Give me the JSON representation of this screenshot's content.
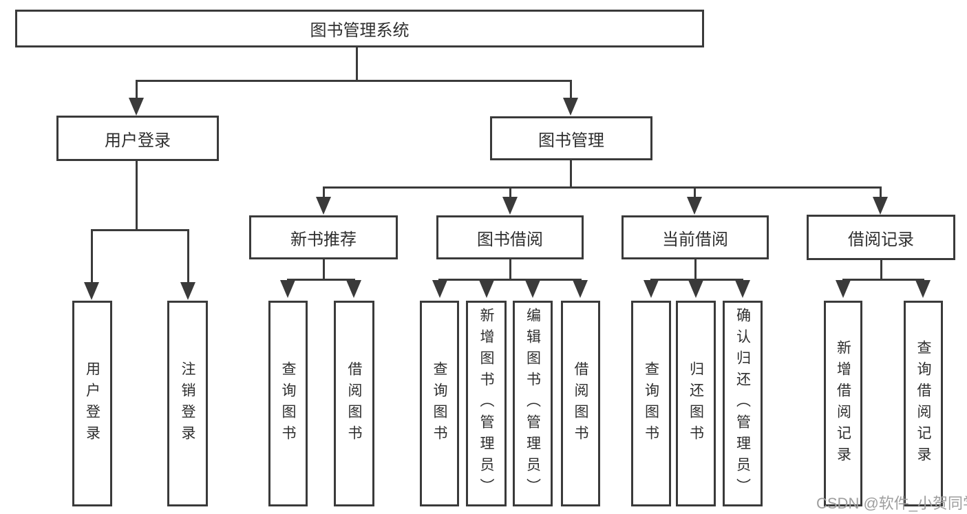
{
  "colors": {
    "line": "#3a3a3a",
    "text": "#2e2e2e",
    "watermark": "#9e9e9e",
    "background": "#ffffff"
  },
  "root": {
    "label": "图书管理系统"
  },
  "level2": [
    {
      "label": "用户登录"
    },
    {
      "label": "图书管理"
    }
  ],
  "level3": [
    {
      "label": "新书推荐",
      "parent": "图书管理"
    },
    {
      "label": "图书借阅",
      "parent": "图书管理"
    },
    {
      "label": "当前借阅",
      "parent": "图书管理"
    },
    {
      "label": "借阅记录",
      "parent": "图书管理"
    }
  ],
  "leaves": [
    {
      "label": "用户登录",
      "parent": "用户登录"
    },
    {
      "label": "注销登录",
      "parent": "用户登录"
    },
    {
      "label": "查询图书",
      "parent": "新书推荐"
    },
    {
      "label": "借阅图书",
      "parent": "新书推荐"
    },
    {
      "label": "查询图书",
      "parent": "图书借阅"
    },
    {
      "label": "新增图书（管理员）",
      "parent": "图书借阅"
    },
    {
      "label": "编辑图书（管理员）",
      "parent": "图书借阅"
    },
    {
      "label": "借阅图书",
      "parent": "图书借阅"
    },
    {
      "label": "查询图书",
      "parent": "当前借阅"
    },
    {
      "label": "归还图书",
      "parent": "当前借阅"
    },
    {
      "label": "确认归还（管理员）",
      "parent": "当前借阅"
    },
    {
      "label": "新增借阅记录",
      "parent": "借阅记录"
    },
    {
      "label": "查询借阅记录",
      "parent": "借阅记录"
    }
  ],
  "watermark": "CSDN @软件_小贺同学"
}
